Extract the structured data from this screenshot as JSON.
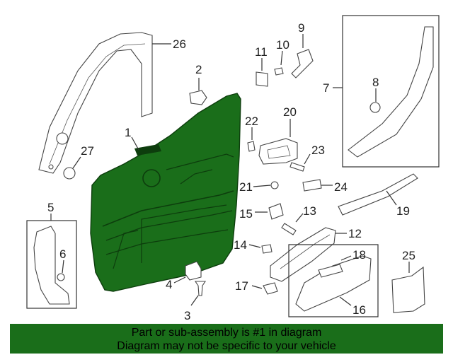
{
  "callouts": {
    "c1": "1",
    "c2": "2",
    "c3": "3",
    "c4": "4",
    "c5": "5",
    "c6": "6",
    "c7": "7",
    "c8": "8",
    "c9": "9",
    "c10": "10",
    "c11": "11",
    "c12": "12",
    "c13": "13",
    "c14": "14",
    "c15": "15",
    "c16": "16",
    "c17": "17",
    "c18": "18",
    "c19": "19",
    "c20": "20",
    "c21": "21",
    "c22": "22",
    "c23": "23",
    "c24": "24",
    "c25": "25",
    "c26": "26",
    "c27": "27"
  },
  "banner": {
    "line1": "Part or sub-assembly is #1 in diagram",
    "line2": "Diagram may not be specific to your vehicle"
  },
  "colors": {
    "highlight": "#1a6e1a",
    "highlight_dark": "#0d3d0d",
    "line": "#333333"
  }
}
